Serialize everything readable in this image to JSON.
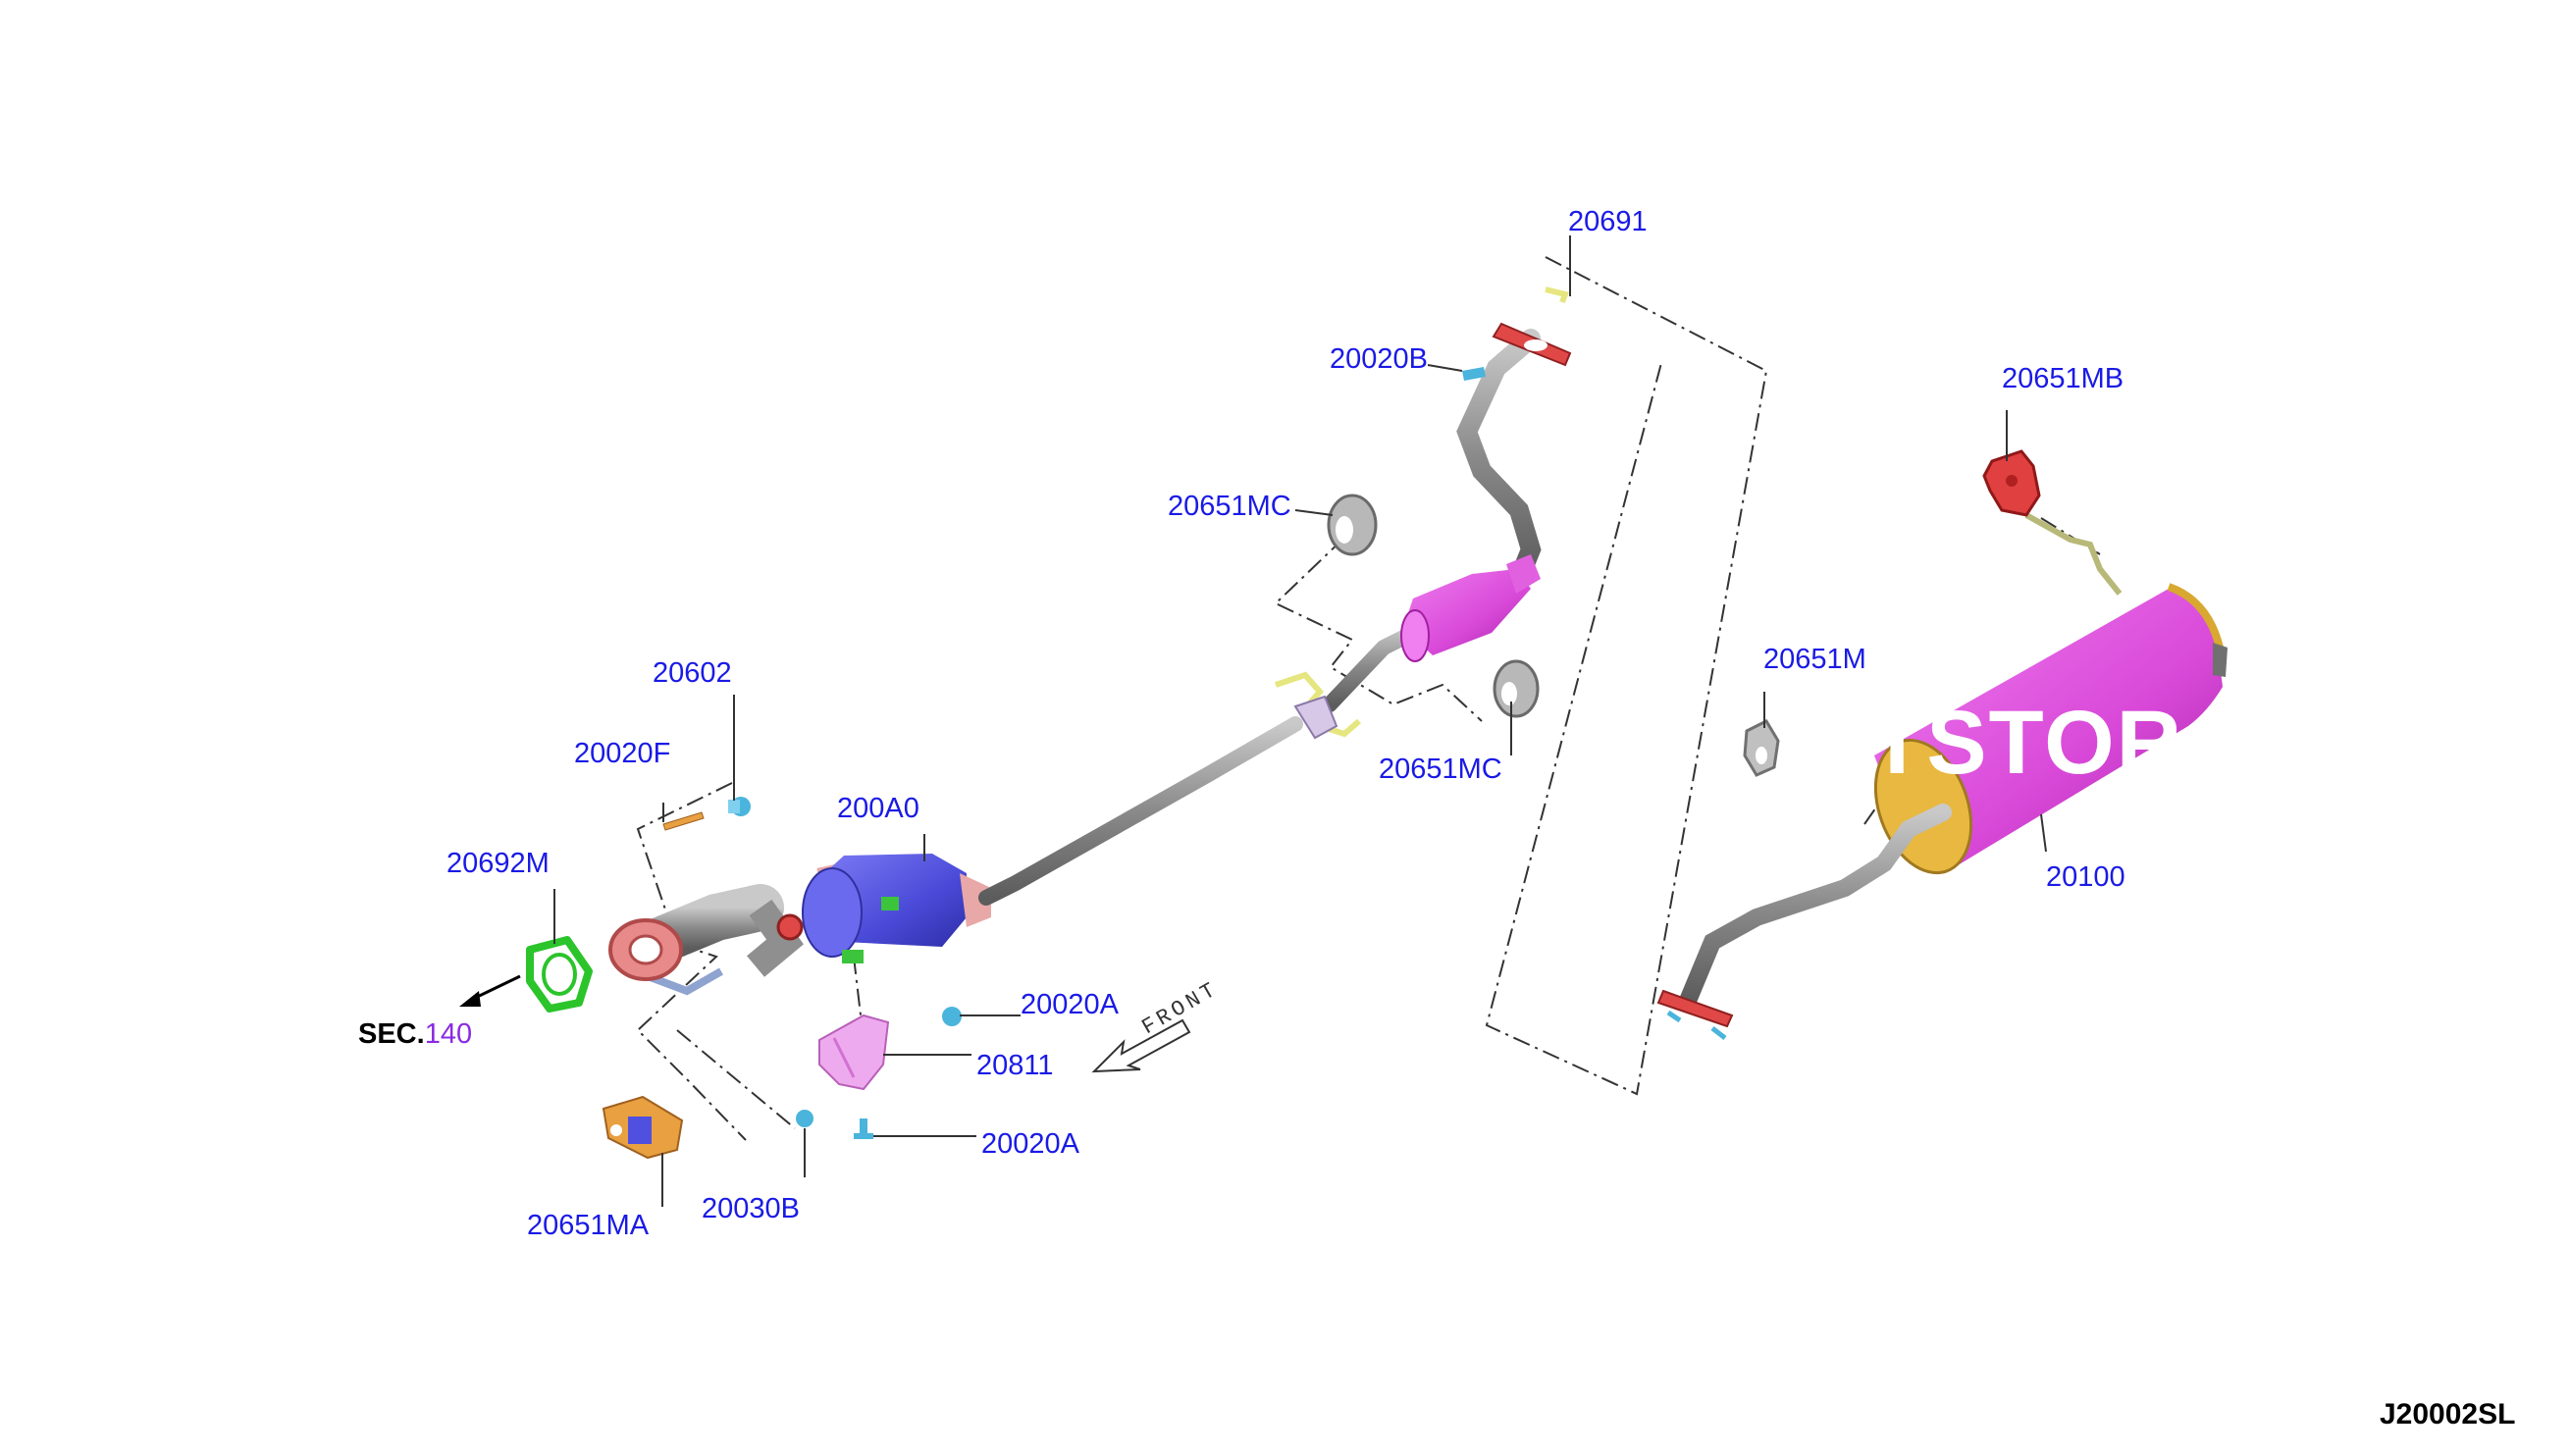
{
  "parts": {
    "p20691": "20691",
    "p20020B": "20020B",
    "p20651MC_a": "20651MC",
    "p20651MC_b": "20651MC",
    "p20651MB": "20651MB",
    "p20651M": "20651M",
    "p20602": "20602",
    "p20020F": "20020F",
    "p200A0": "200A0",
    "p20692M": "20692M",
    "p20020A_a": "20020A",
    "p20811": "20811",
    "p20020A_b": "20020A",
    "p20651MA": "20651MA",
    "p20030B": "20030B",
    "p20100": "20100"
  },
  "section": {
    "prefix": "SEC.",
    "number": "140"
  },
  "front_label": "FRONT",
  "watermark": "TSTOR",
  "diagram_code": "J20002SL",
  "colors": {
    "label": "#1a1ae6",
    "pipe": "#8f8f8f",
    "muffler": "#e055e0",
    "catalyst": "#5a5ae6",
    "flange": "#e04848",
    "gasket": "#2bc42b",
    "clamp": "#e8a040",
    "bolt": "#4ab4dc"
  }
}
